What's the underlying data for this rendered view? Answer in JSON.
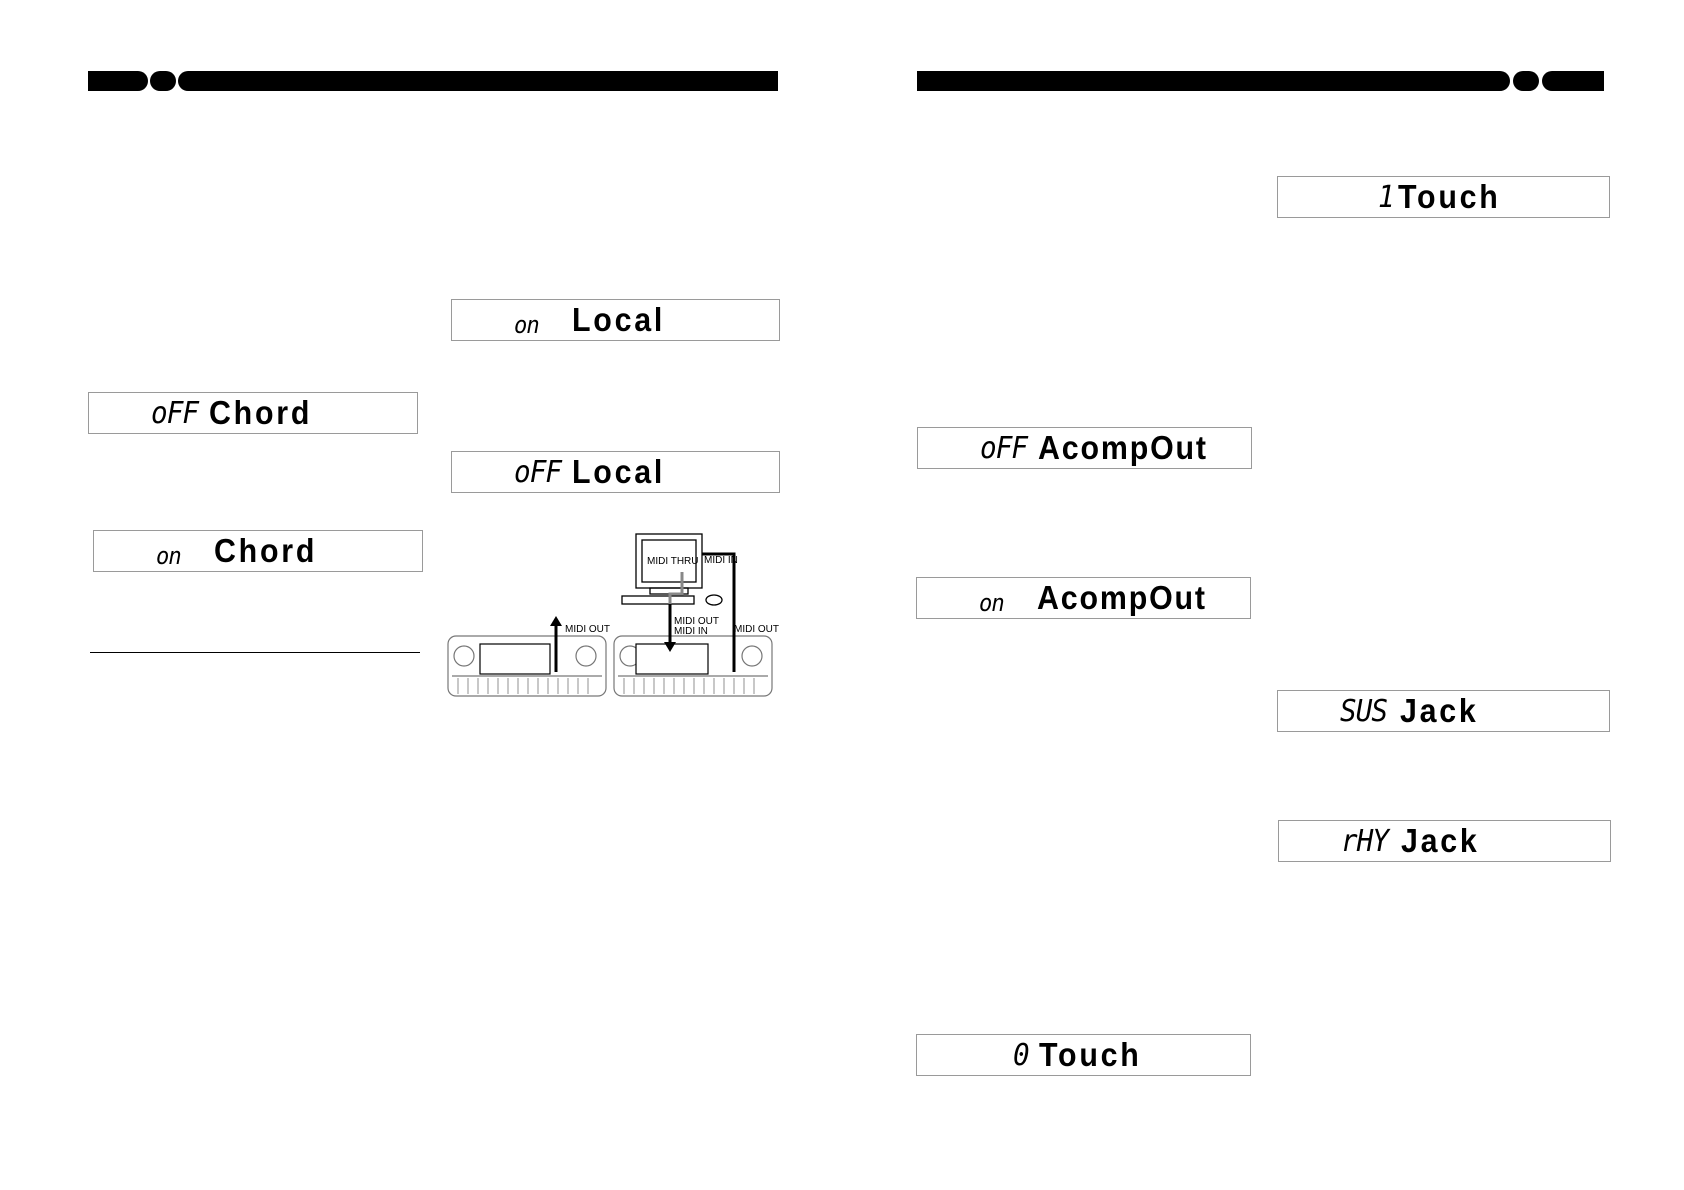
{
  "displays": {
    "on_local": {
      "prefix": "on",
      "text": "Local"
    },
    "off_local": {
      "prefix": "oFF",
      "text": "Local"
    },
    "off_chord": {
      "prefix": "oFF",
      "text": "Chord"
    },
    "on_chord": {
      "prefix": "on",
      "text": "Chord"
    },
    "one_touch": {
      "prefix": "1",
      "text": "Touch"
    },
    "off_acompout": {
      "prefix": "oFF",
      "text": "AcompOut"
    },
    "on_acompout": {
      "prefix": "on",
      "text": "AcompOut"
    },
    "sus_jack": {
      "prefix": "SUS",
      "text": "Jack"
    },
    "rhy_jack": {
      "prefix": "rHY",
      "text": "Jack"
    },
    "zero_touch": {
      "prefix": "0",
      "text": "Touch"
    }
  },
  "diagram": {
    "midi_thru": "MIDI THRU",
    "midi_in_top": "MIDI IN",
    "midi_out_left": "MIDI OUT",
    "midi_out_mid": "MIDI OUT",
    "midi_in_mid": "MIDI IN",
    "midi_out_right": "MIDI OUT"
  }
}
